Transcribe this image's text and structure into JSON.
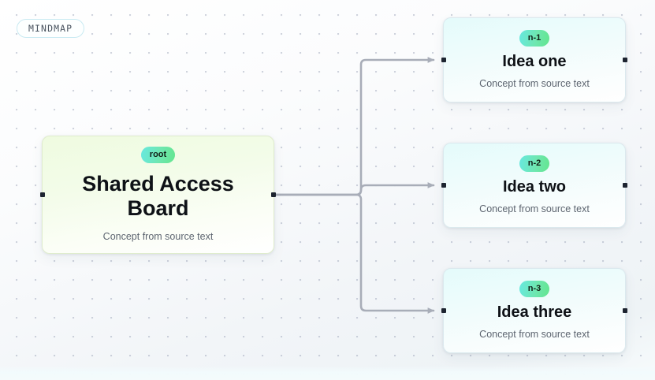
{
  "canvas": {
    "badge_label": "MINDMAP"
  },
  "colors": {
    "badge_border": "#c9eaf2",
    "node_badge_gradient_from": "#67e8e0",
    "node_badge_gradient_to": "#63e58e",
    "root_node_bg": "#effbe0",
    "child_node_bg": "#e4fbfb",
    "edge_stroke": "#a8adb8",
    "handle": "#1d2430",
    "title_text": "#0e1116",
    "subtitle_text": "#5d6570"
  },
  "nodes": {
    "root": {
      "badge": "root",
      "title": "Shared Access Board",
      "subtitle": "Concept from source text"
    },
    "children": [
      {
        "badge": "n-1",
        "title": "Idea one",
        "subtitle": "Concept from source text"
      },
      {
        "badge": "n-2",
        "title": "Idea two",
        "subtitle": "Concept from source text"
      },
      {
        "badge": "n-3",
        "title": "Idea three",
        "subtitle": "Concept from source text"
      }
    ]
  },
  "edges": [
    {
      "id": "root-to-n-1",
      "from": "root",
      "to": "n-1"
    },
    {
      "id": "root-to-n-2",
      "from": "root",
      "to": "n-2"
    },
    {
      "id": "root-to-n-3",
      "from": "root",
      "to": "n-3"
    }
  ]
}
